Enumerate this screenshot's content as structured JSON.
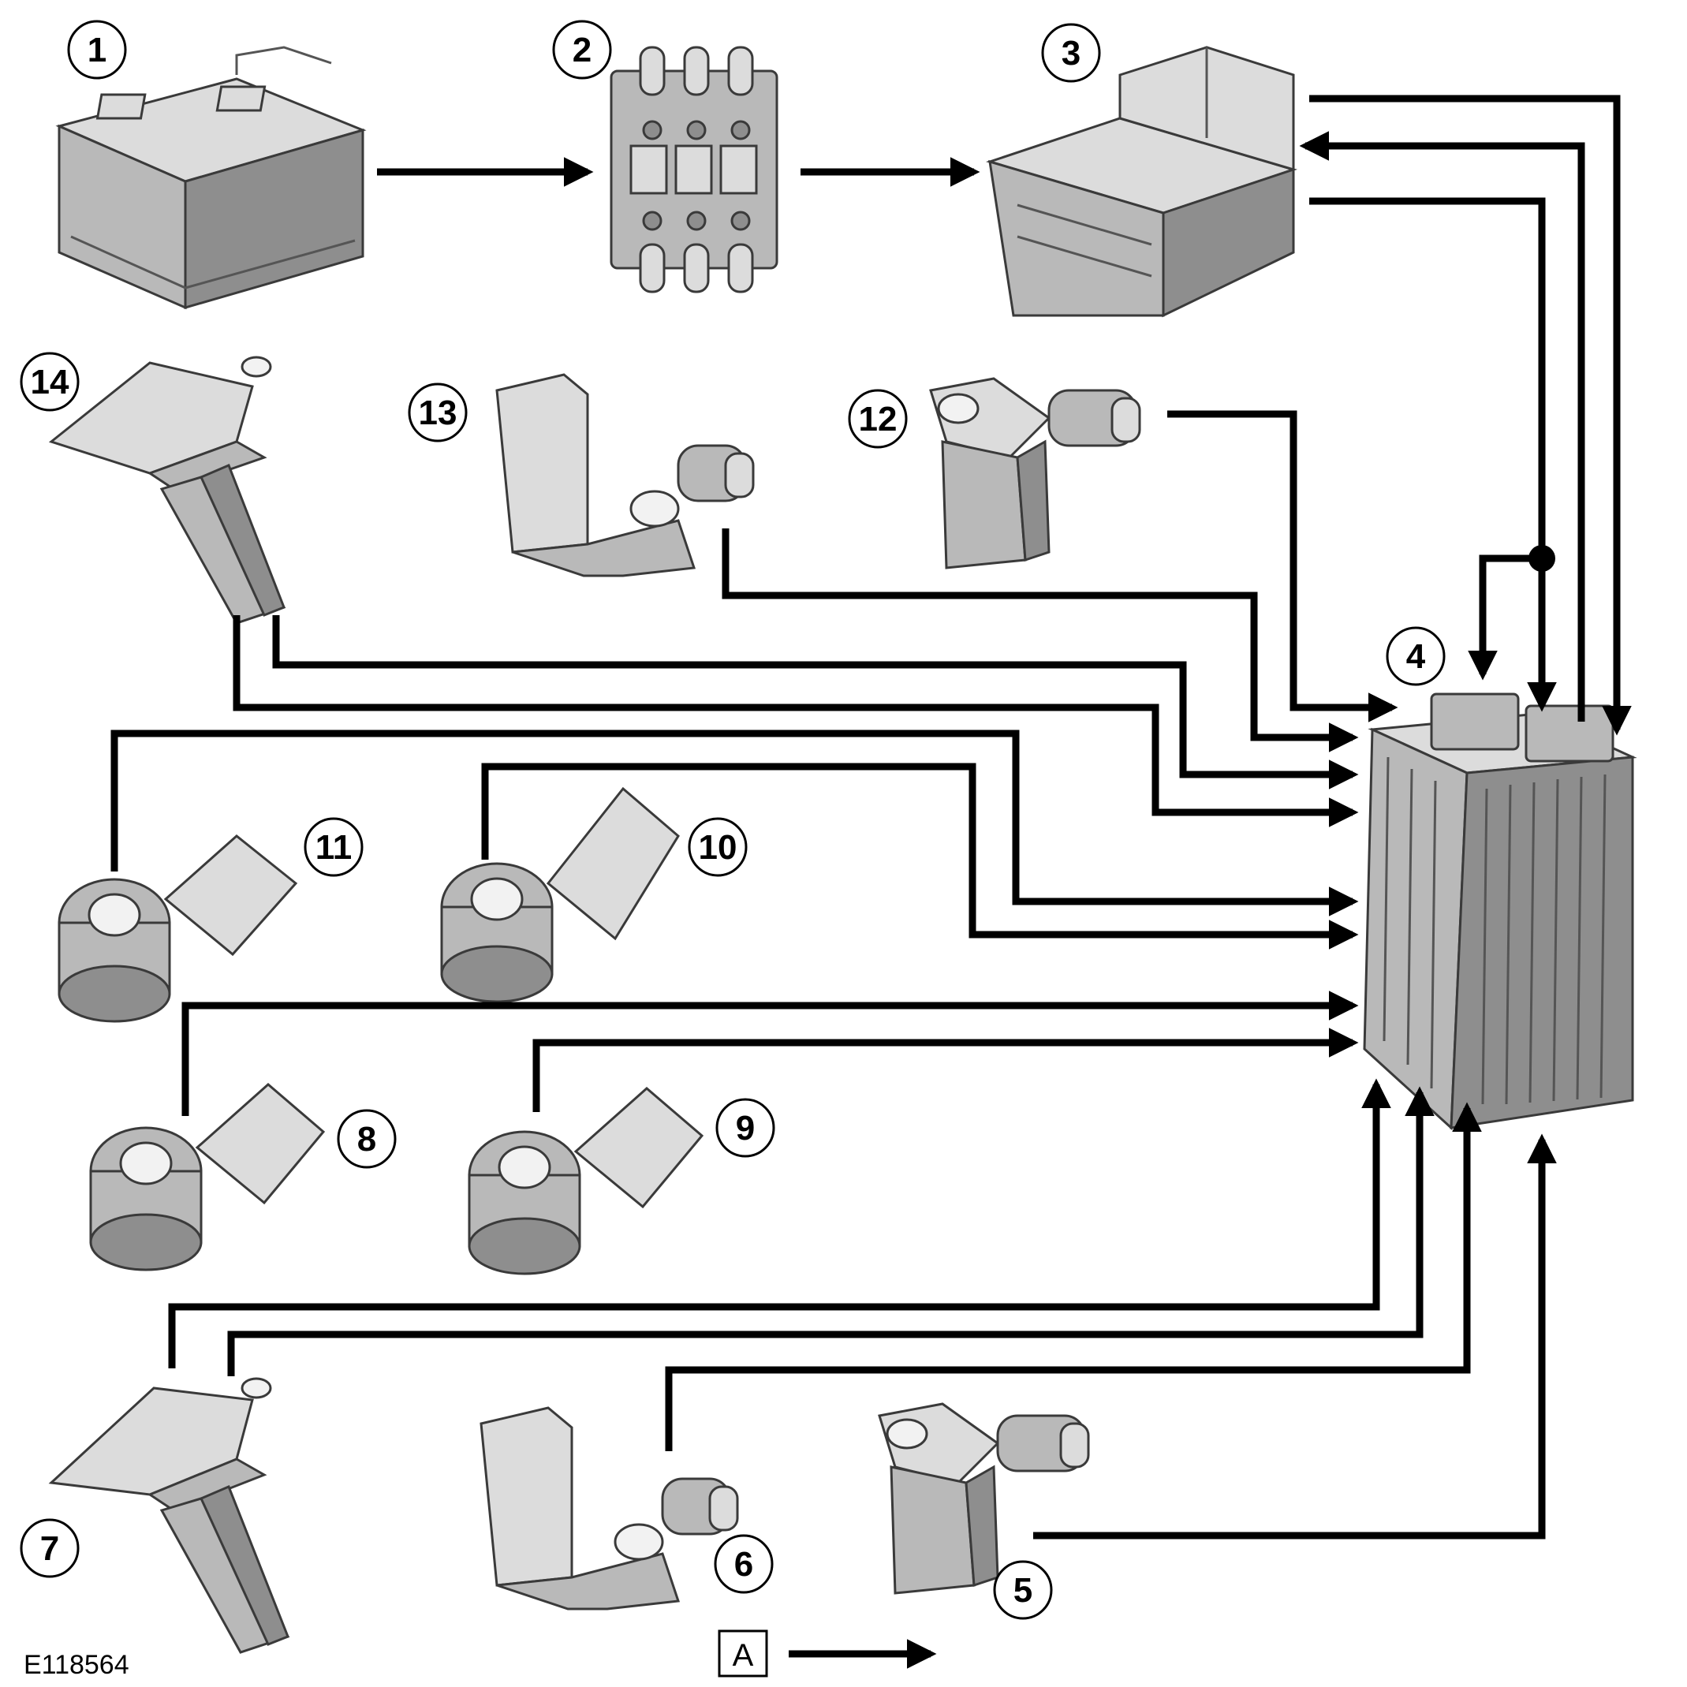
{
  "diagram": {
    "reference_id": "E118564",
    "key_letter": "A",
    "callouts": [
      "1",
      "2",
      "3",
      "4",
      "5",
      "6",
      "7",
      "8",
      "9",
      "10",
      "11",
      "12",
      "13",
      "14"
    ],
    "icons": {
      "battery": "battery-icon",
      "fuse_box": "megafuse-box-icon",
      "junction_box": "junction-box-icon",
      "control_module": "engine-control-module-icon",
      "speed_sensor": "speed-sensor-icon",
      "cam_sensor": "camshaft-sensor-icon",
      "mass_air_flow": "mass-air-flow-sensor-icon",
      "knock_sensor": "knock-sensor-icon"
    },
    "line_color": "#000000",
    "part_color": "#b9b9b9"
  }
}
